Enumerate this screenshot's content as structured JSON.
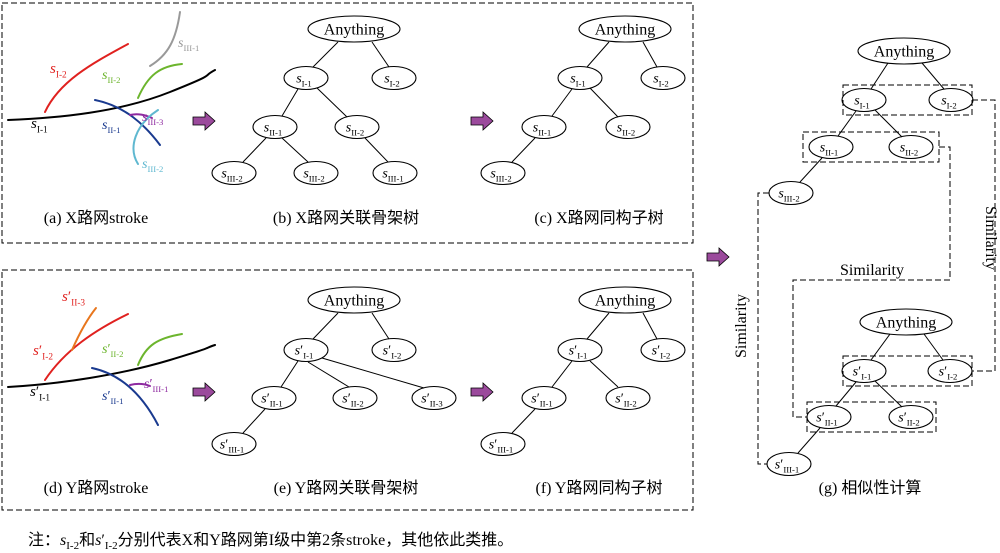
{
  "captions": {
    "a": "(a) X路网stroke",
    "b": "(b) X路网关联骨架树",
    "c": "(c) X路网同构子树",
    "d": "(d) Y路网stroke",
    "e": "(e) Y路网关联骨架树",
    "f": "(f) Y路网同构子树",
    "g": "(g) 相似性计算"
  },
  "root_label": "Anything",
  "similarity_label": "Similarity",
  "note": {
    "prefix": "注：",
    "s": "s",
    "and": "和",
    "prime": "′",
    "sub_i2": "I-2",
    "rest": "分别代表X和Y路网第I级中第2条stroke，其他依此类推。"
  },
  "colors": {
    "red": "#e0211f",
    "green": "#6cb52d",
    "navy": "#1a3a8f",
    "purple": "#8e2aa0",
    "cyan": "#5fb8d0",
    "gray": "#999999",
    "orange": "#e8761d",
    "arrow": "#9b4a9c"
  }
}
